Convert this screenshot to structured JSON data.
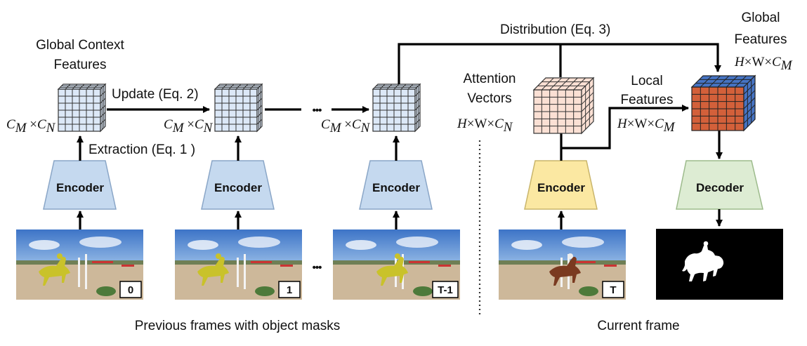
{
  "labels": {
    "global_context": [
      "Global Context",
      "Features"
    ],
    "update": "Update (Eq. 2)",
    "extraction": "Extraction (Eq. 1 )",
    "distribution": "Distribution  (Eq. 3)",
    "attention_vectors": [
      "Attention",
      "Vectors"
    ],
    "local_features": [
      "Local",
      "Features"
    ],
    "global_features": [
      "Global",
      "Features"
    ],
    "previous_frames": "Previous frames with object masks",
    "current_frame": "Current frame",
    "ellipsis": "•••"
  },
  "math": {
    "cm_cn": {
      "a": "C",
      "a_sub": "M",
      "times": " ×",
      "b": "C",
      "b_sub": "N"
    },
    "hwcn": {
      "pre": "H",
      "mid": "×W×",
      "c": "C",
      "c_sub": "N"
    },
    "hwcm": {
      "pre": "H",
      "mid": "×W×",
      "c": "C",
      "c_sub": "M"
    }
  },
  "blocks": {
    "encoder": "Encoder",
    "decoder": "Decoder"
  },
  "frames": [
    "0",
    "1",
    "T-1",
    "T"
  ],
  "colors": {
    "encoder_blue": "#c5d9ef",
    "encoder_yellow": "#fbe8a2",
    "decoder_green": "#ddecd3",
    "grid_blue": "#dce8f7",
    "attention_pink": "#fbe0d4",
    "global_orange": "#d3603a",
    "global_top_blue": "#4674c4"
  }
}
